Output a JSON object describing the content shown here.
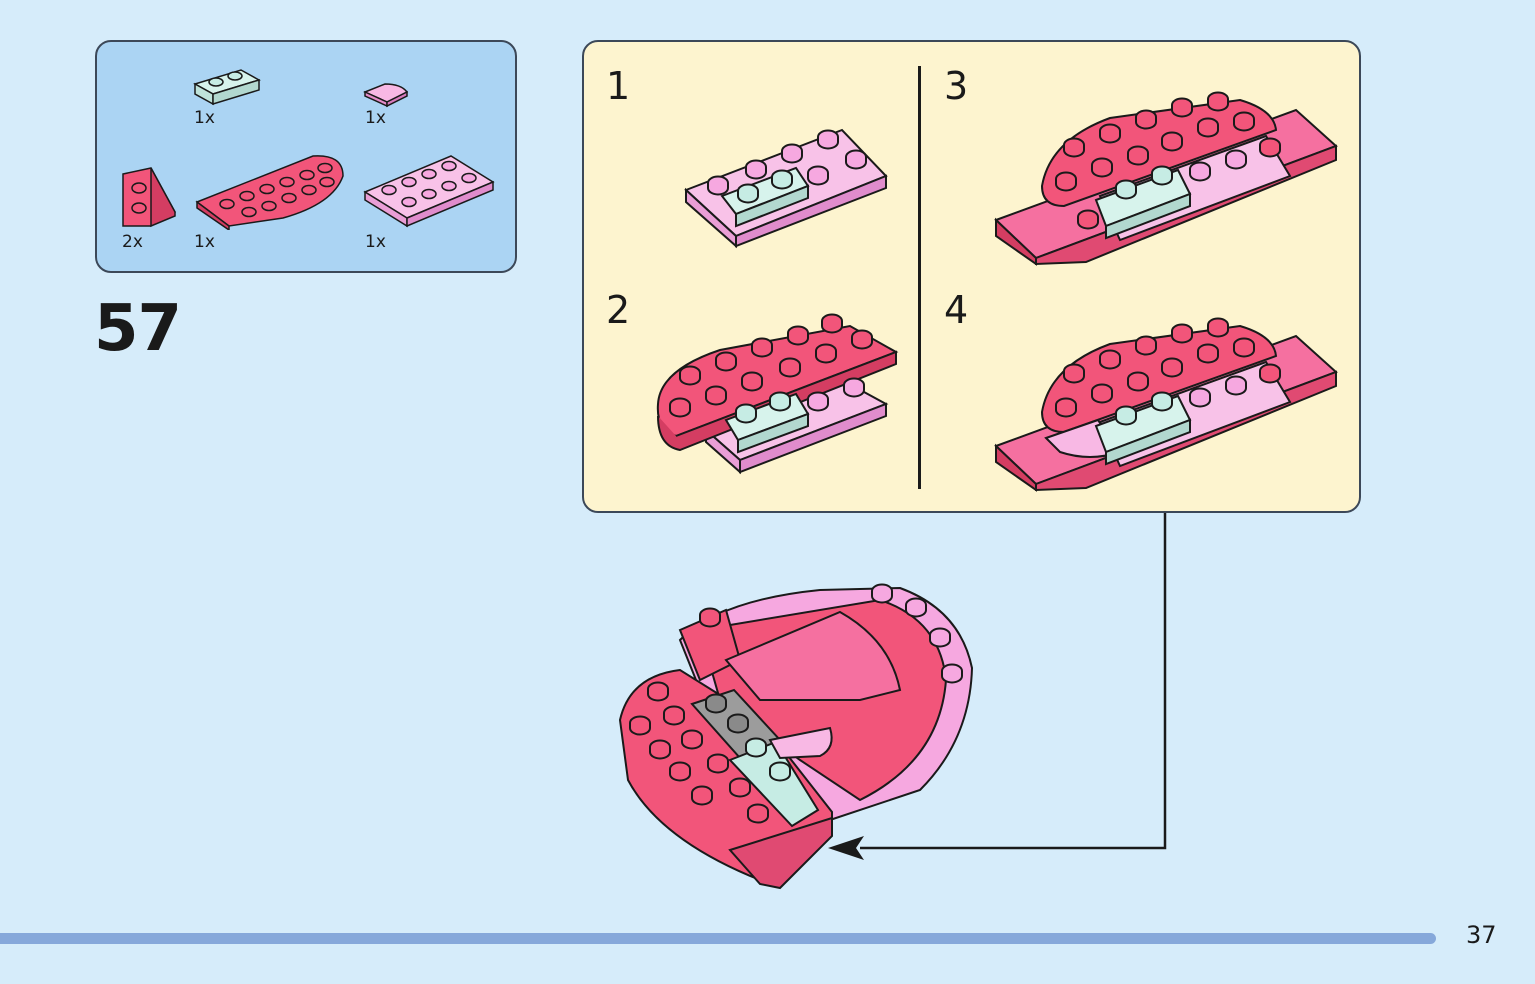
{
  "parts_list": {
    "items": [
      {
        "name": "plate-1x2-mint",
        "quantity": "1x"
      },
      {
        "name": "tile-quarter-round-pink",
        "quantity": "1x"
      },
      {
        "name": "wedge-plate-coral",
        "quantity": "2x"
      },
      {
        "name": "half-round-plate-coral",
        "quantity": "1x"
      },
      {
        "name": "plate-2x4-light-pink",
        "quantity": "1x"
      }
    ]
  },
  "step": {
    "number": "57"
  },
  "sub_build": {
    "steps": [
      {
        "label": "1"
      },
      {
        "label": "2"
      },
      {
        "label": "3"
      },
      {
        "label": "4"
      }
    ]
  },
  "colors": {
    "page_background": "#d6ecfa",
    "parts_background": "#abd4f3",
    "sub_background": "#fdf4cf",
    "coral": "#f2557a",
    "light_pink": "#f6a8e0",
    "mint": "#c6ece4",
    "footer_bar": "#86a8da"
  },
  "footer": {
    "page_number": "37"
  }
}
